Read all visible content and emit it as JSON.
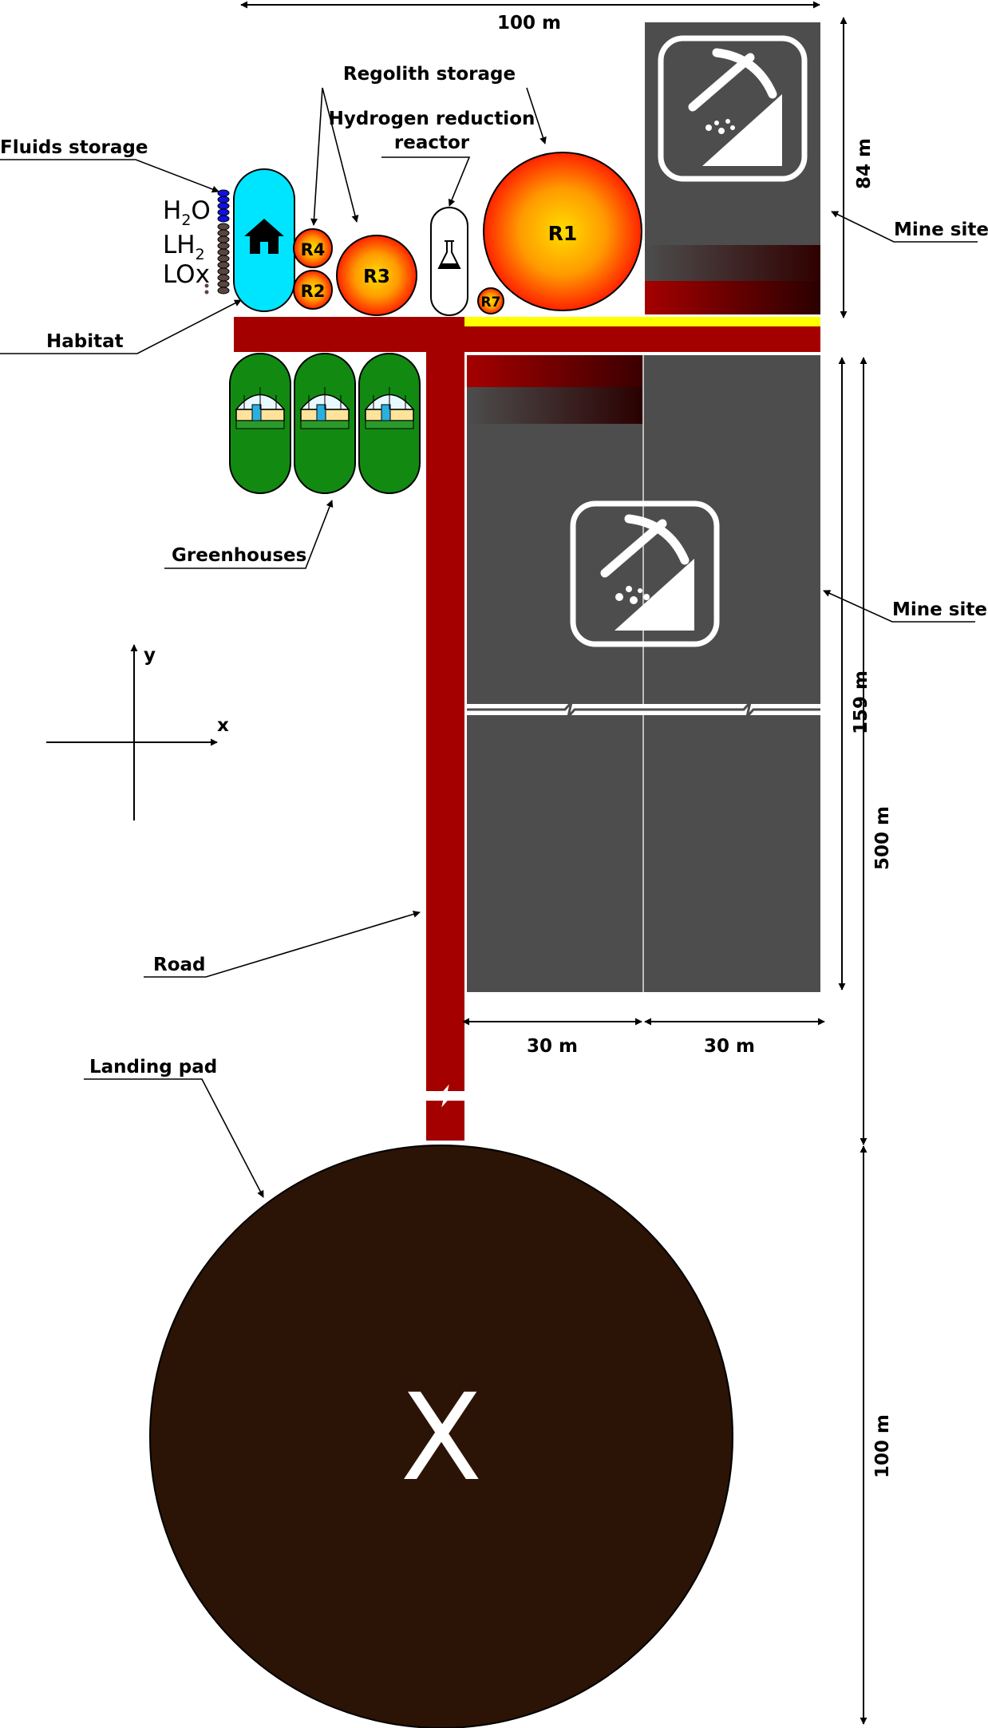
{
  "labels": {
    "fluids_storage": "Fluids storage",
    "regolith_storage": "Regolith storage",
    "hydrogen_reactor_1": "Hydrogen reduction",
    "hydrogen_reactor_2": "reactor",
    "habitat": "Habitat",
    "greenhouses": "Greenhouses",
    "mine_site_top": "Mine site",
    "mine_site_mid": "Mine site",
    "road": "Road",
    "landing_pad": "Landing pad",
    "landing_pad_mark": "X"
  },
  "fluids": {
    "h2o": {
      "main": "H",
      "sub": "2",
      "tail": "O"
    },
    "lh2": {
      "main": "LH",
      "sub": "2"
    },
    "lox": "LOx"
  },
  "regolith_tanks": {
    "r1": "R1",
    "r2": "R2",
    "r3": "R3",
    "r4": "R4",
    "r7": "R7"
  },
  "axes": {
    "x": "x",
    "y": "y"
  },
  "dimensions": {
    "top_width": "100 m",
    "mine_top_height": "84 m",
    "mine_mid_height": "159 m",
    "road_length": "500 m",
    "pad_diameter": "100 m",
    "mine_col_left": "30 m",
    "mine_col_right": "30 m"
  },
  "colors": {
    "road": "#A50000",
    "mine": "#4D4D4D",
    "habitat": "#00E5FF",
    "greenhouse": "#128A12",
    "landing_pad": "#2B1305",
    "highlight": "#FFFF00",
    "regolith_edge": "#FF2200",
    "regolith_center": "#FFD700"
  }
}
